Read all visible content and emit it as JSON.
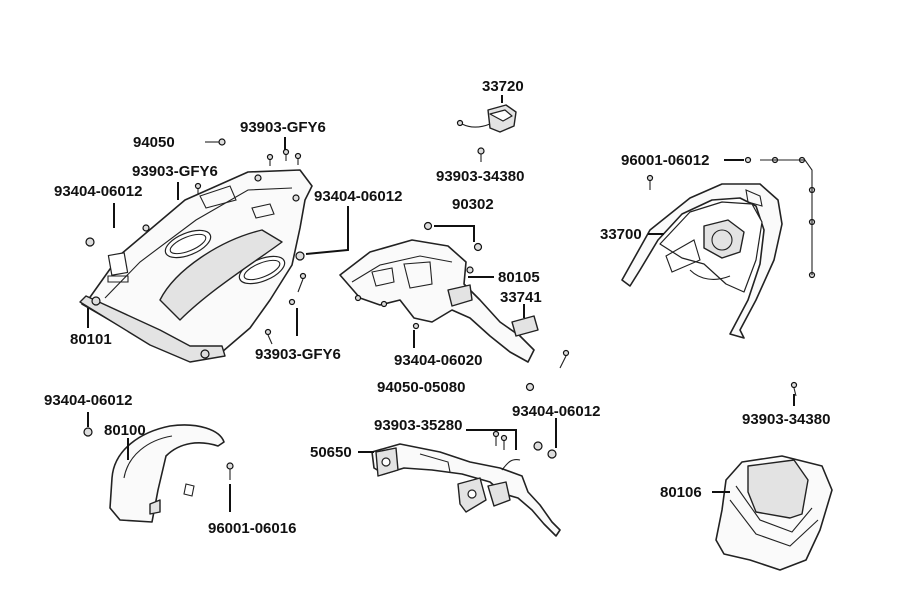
{
  "labels": {
    "l33720": "33720",
    "l93903_34380_a": "93903-34380",
    "l93903_gfy6_a": "93903-GFY6",
    "l94050": "94050",
    "l93903_gfy6_b": "93903-GFY6",
    "l93404_06012_a": "93404-06012",
    "l93404_06012_b": "93404-06012",
    "l90302": "90302",
    "l80105": "80105",
    "l33741": "33741",
    "l80101": "80101",
    "l93903_gfy6_c": "93903-GFY6",
    "l93404_06020": "93404-06020",
    "l94050_05080": "94050-05080",
    "l96001_06012": "96001-06012",
    "l33700": "33700",
    "l93903_34380_b": "93903-34380",
    "l93404_06012_c": "93404-06012",
    "l80100": "80100",
    "l96001_06016": "96001-06016",
    "l93903_35280": "93903-35280",
    "l93404_06012_d": "93404-06012",
    "l50650": "50650",
    "l80106": "80106"
  }
}
